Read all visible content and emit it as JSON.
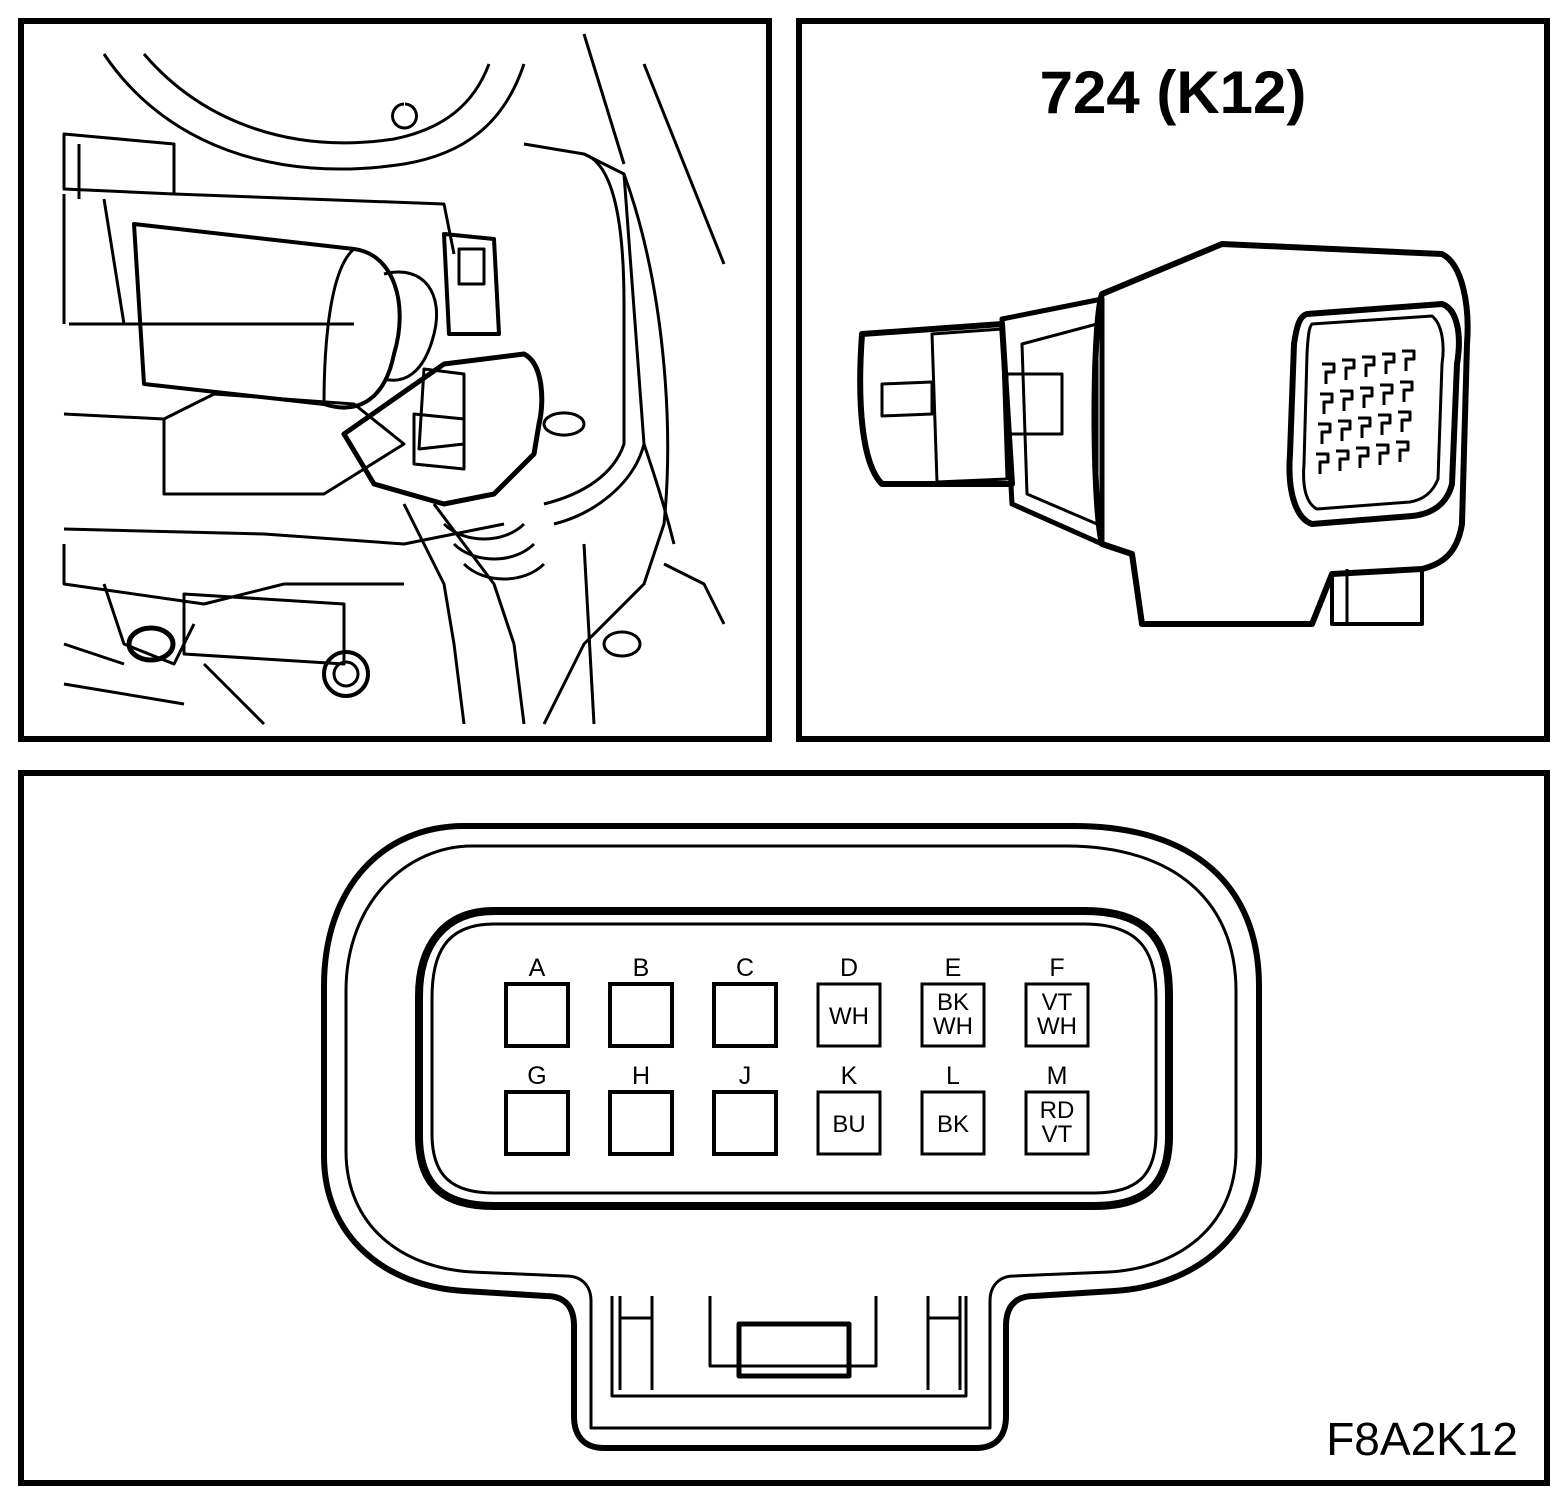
{
  "connector": {
    "title": "724 (K12)",
    "figure_code": "F8A2K12"
  },
  "pins": [
    {
      "letter": "A",
      "colors": []
    },
    {
      "letter": "B",
      "colors": []
    },
    {
      "letter": "C",
      "colors": []
    },
    {
      "letter": "D",
      "colors": [
        "WH"
      ]
    },
    {
      "letter": "E",
      "colors": [
        "BK",
        "WH"
      ]
    },
    {
      "letter": "F",
      "colors": [
        "VT",
        "WH"
      ]
    },
    {
      "letter": "G",
      "colors": []
    },
    {
      "letter": "H",
      "colors": []
    },
    {
      "letter": "J",
      "colors": []
    },
    {
      "letter": "K",
      "colors": [
        "BU"
      ]
    },
    {
      "letter": "L",
      "colors": [
        "BK"
      ]
    },
    {
      "letter": "M",
      "colors": [
        "RD",
        "VT"
      ]
    }
  ],
  "colors": {
    "line": "#000000",
    "background": "#ffffff"
  }
}
